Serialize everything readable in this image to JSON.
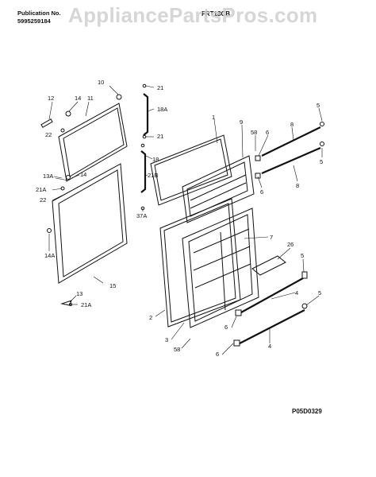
{
  "header": {
    "publication_label": "Publication No.",
    "publication_number": "5995259184",
    "model": "FRT18CB"
  },
  "watermark": "AppliancePartsPros.com",
  "figure_code": "P05D0329",
  "callouts": {
    "c12": "12",
    "c14a": "14",
    "c11": "11",
    "c10": "10",
    "c21a": "21",
    "c18a": "18A",
    "c21b": "21",
    "c1": "1",
    "c9": "9",
    "c58a": "58",
    "c6a": "6",
    "c8a": "8",
    "c5a": "5",
    "c5b": "5",
    "c8b": "8",
    "c6b": "6",
    "c22a": "22",
    "c13a": "13A",
    "c14b": "14",
    "c21ac": "21A",
    "c22b": "22",
    "c18": "18",
    "c21bb": "21B",
    "c37a": "37A",
    "c14ac": "14A",
    "c15": "15",
    "c13": "13",
    "c21ad": "21A",
    "c7": "7",
    "c26": "26",
    "c5c": "5",
    "c2": "2",
    "c4a": "4",
    "c5d": "5",
    "c6c": "6",
    "c3": "3",
    "c58b": "58",
    "c4b": "4",
    "c6d": "6"
  }
}
